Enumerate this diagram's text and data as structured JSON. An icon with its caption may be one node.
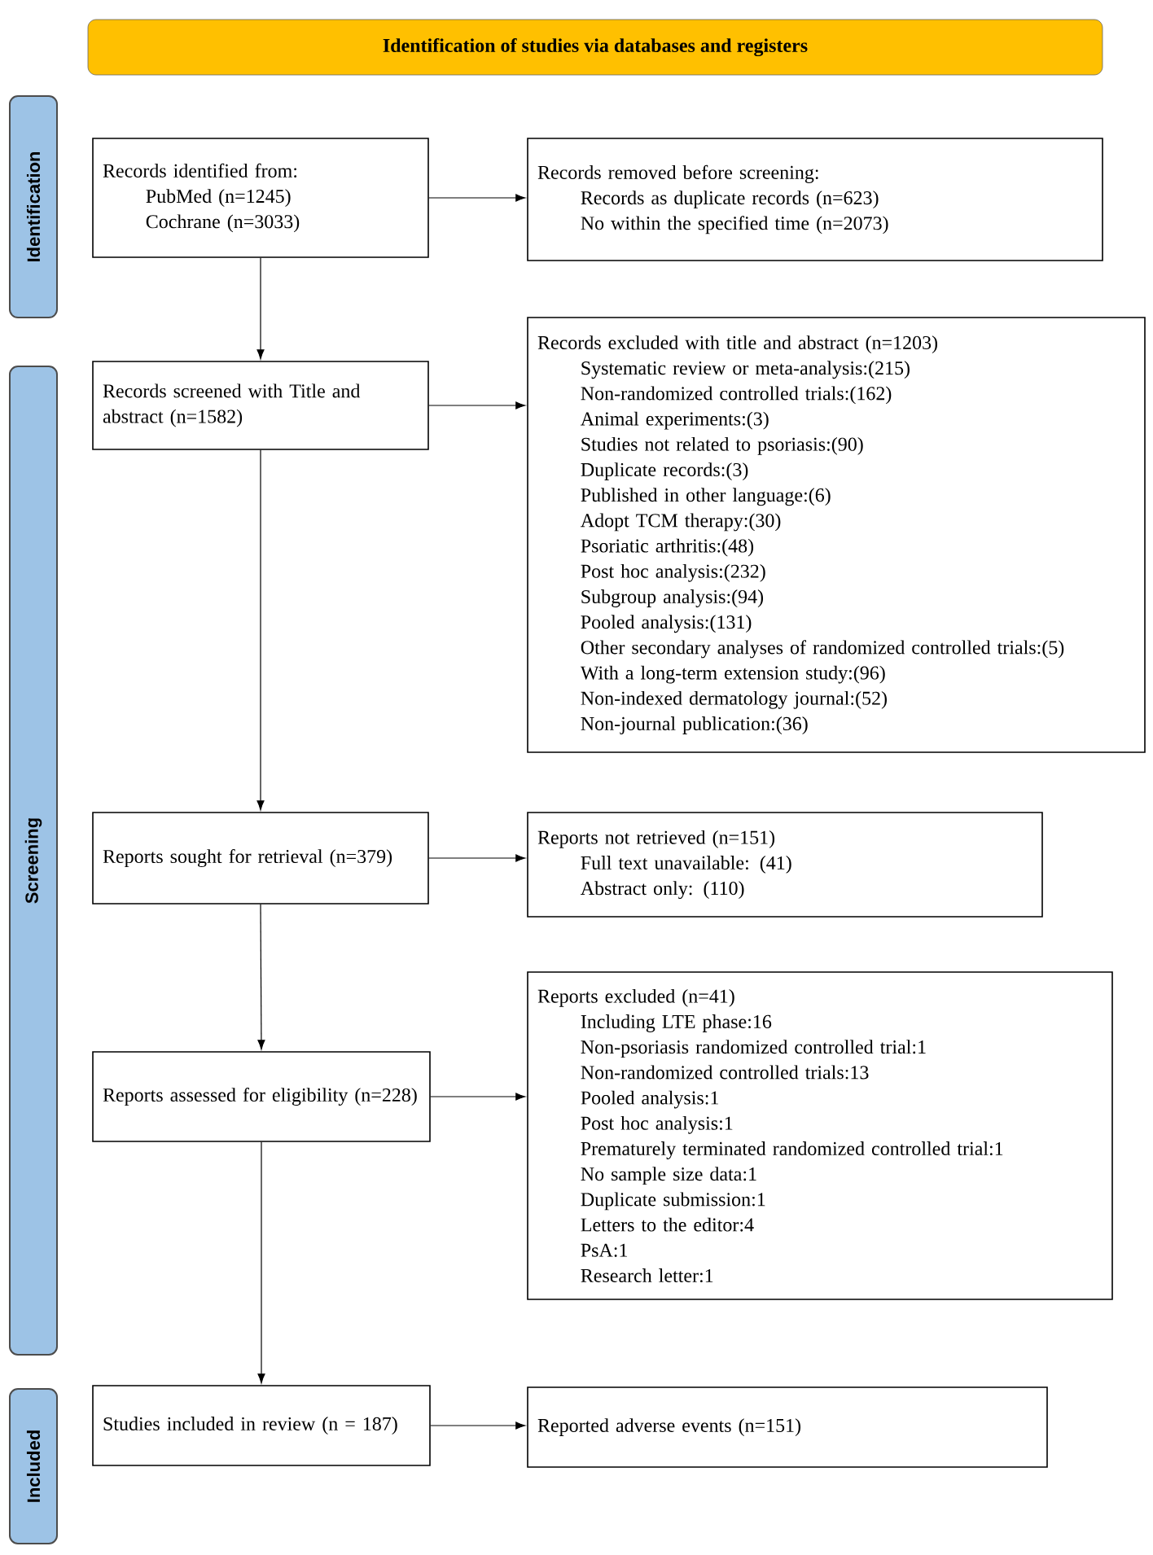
{
  "diagram": {
    "nodes": [
      {
        "text": [
          "Identification of studies via databases and registers"
        ]
      },
      {
        "text": [
          "Identification"
        ]
      },
      {
        "text": [
          "Screening"
        ]
      },
      {
        "text": [
          "Included"
        ]
      },
      {
        "text": [
          "Records identified from:",
          "PubMed (n=1245)",
          "Cochrane (n=3033)"
        ]
      },
      {
        "text": [
          "Records removed before screening:",
          "Records as duplicate records (n=623)",
          "No within the specified time (n=2073)"
        ]
      },
      {
        "text": [
          "Records screened with Title and abstract (n=1582)"
        ]
      },
      {
        "text": [
          "Records excluded with title and abstract (n=1203)",
          "Systematic review or meta-analysis:(215)",
          "Non-randomized controlled trials:(162)",
          "Animal experiments:(3)",
          "Studies not related to psoriasis:(90)",
          "Duplicate records:(3)",
          "Published in other language:(6)",
          "Adopt TCM therapy:(30)",
          "Psoriatic arthritis:(48)",
          "Post hoc analysis:(232)",
          "Subgroup analysis:(94)",
          "Pooled analysis:(131)",
          "Other secondary analyses of randomized controlled trials:(5)",
          "With a long-term extension study:(96)",
          "Non-indexed dermatology journal:(52)",
          "Non-journal publication:(36)"
        ]
      },
      {
        "text": [
          "Reports sought for retrieval (n=379)"
        ]
      },
      {
        "text": [
          "Reports not retrieved (n=151)",
          "Full text unavailable: (41)",
          "Abstract only: (110)"
        ]
      },
      {
        "text": [
          "Reports assessed for eligibility (n=228)"
        ]
      },
      {
        "text": [
          "Reports excluded (n=41)",
          "Including LTE phase:16",
          "Non-psoriasis randomized controlled trial:1",
          "Non-randomized controlled trials:13",
          "Pooled analysis:1",
          "Post hoc analysis:1",
          "Prematurely terminated randomized controlled trial:1",
          "No sample size data:1",
          "Duplicate submission:1",
          "Letters to the editor:4",
          "PsA:1",
          "Research letter:1"
        ]
      },
      {
        "text": [
          "Studies included in review (n = 187)"
        ]
      },
      {
        "text": [
          "Reported adverse events (n=151)"
        ]
      }
    ],
    "edges": [
      {
        "from": 4,
        "to": 5,
        "arrow": "to"
      },
      {
        "from": 4,
        "to": 6,
        "arrow": "to"
      },
      {
        "from": 6,
        "to": 7,
        "arrow": "to"
      },
      {
        "from": 6,
        "to": 8,
        "arrow": "to"
      },
      {
        "from": 8,
        "to": 9,
        "arrow": "to"
      },
      {
        "from": 8,
        "to": 10,
        "arrow": "to"
      },
      {
        "from": 10,
        "to": 11,
        "arrow": "to"
      },
      {
        "from": 10,
        "to": 12,
        "arrow": "to"
      },
      {
        "from": 12,
        "to": 13,
        "arrow": "to"
      }
    ]
  }
}
